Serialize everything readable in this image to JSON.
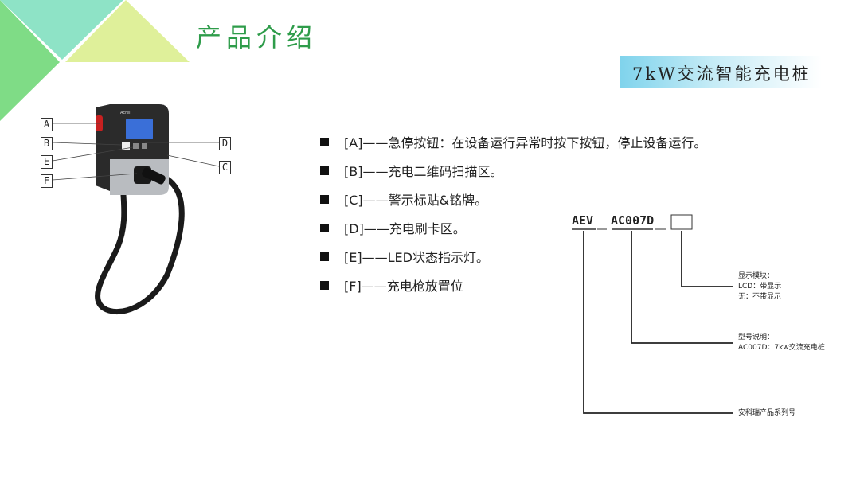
{
  "header": {
    "title": "产品介绍",
    "subtitle": "7kW交流智能充电桩"
  },
  "device": {
    "callouts": [
      "A",
      "B",
      "E",
      "F",
      "D",
      "C"
    ],
    "brand": "Acrel"
  },
  "features": [
    "[A]——急停按钮：在设备运行异常时按下按钮，停止设备运行。",
    "[B]——充电二维码扫描区。",
    "[C]——警示标贴&铭牌。",
    "[D]——充电刷卡区。",
    "[E]——LED状态指示灯。",
    "[F]——充电枪放置位"
  ],
  "model_code": {
    "part1": "AEV",
    "part2": "AC007D",
    "display_module": {
      "title": "显示模块：",
      "lines": [
        "LCD：带显示",
        "无：不带显示"
      ]
    },
    "model_desc": {
      "title": "型号说明：",
      "lines": [
        "AC007D：7kw交流充电桩"
      ]
    },
    "series": "安科瑞产品系列号"
  },
  "colors": {
    "title_green": "#2e9c4a",
    "tri_green": "#7fdc86",
    "tri_teal": "#8ee3c6",
    "tri_yellow": "#dff09a",
    "banner_blue": "#7fd3ec"
  }
}
